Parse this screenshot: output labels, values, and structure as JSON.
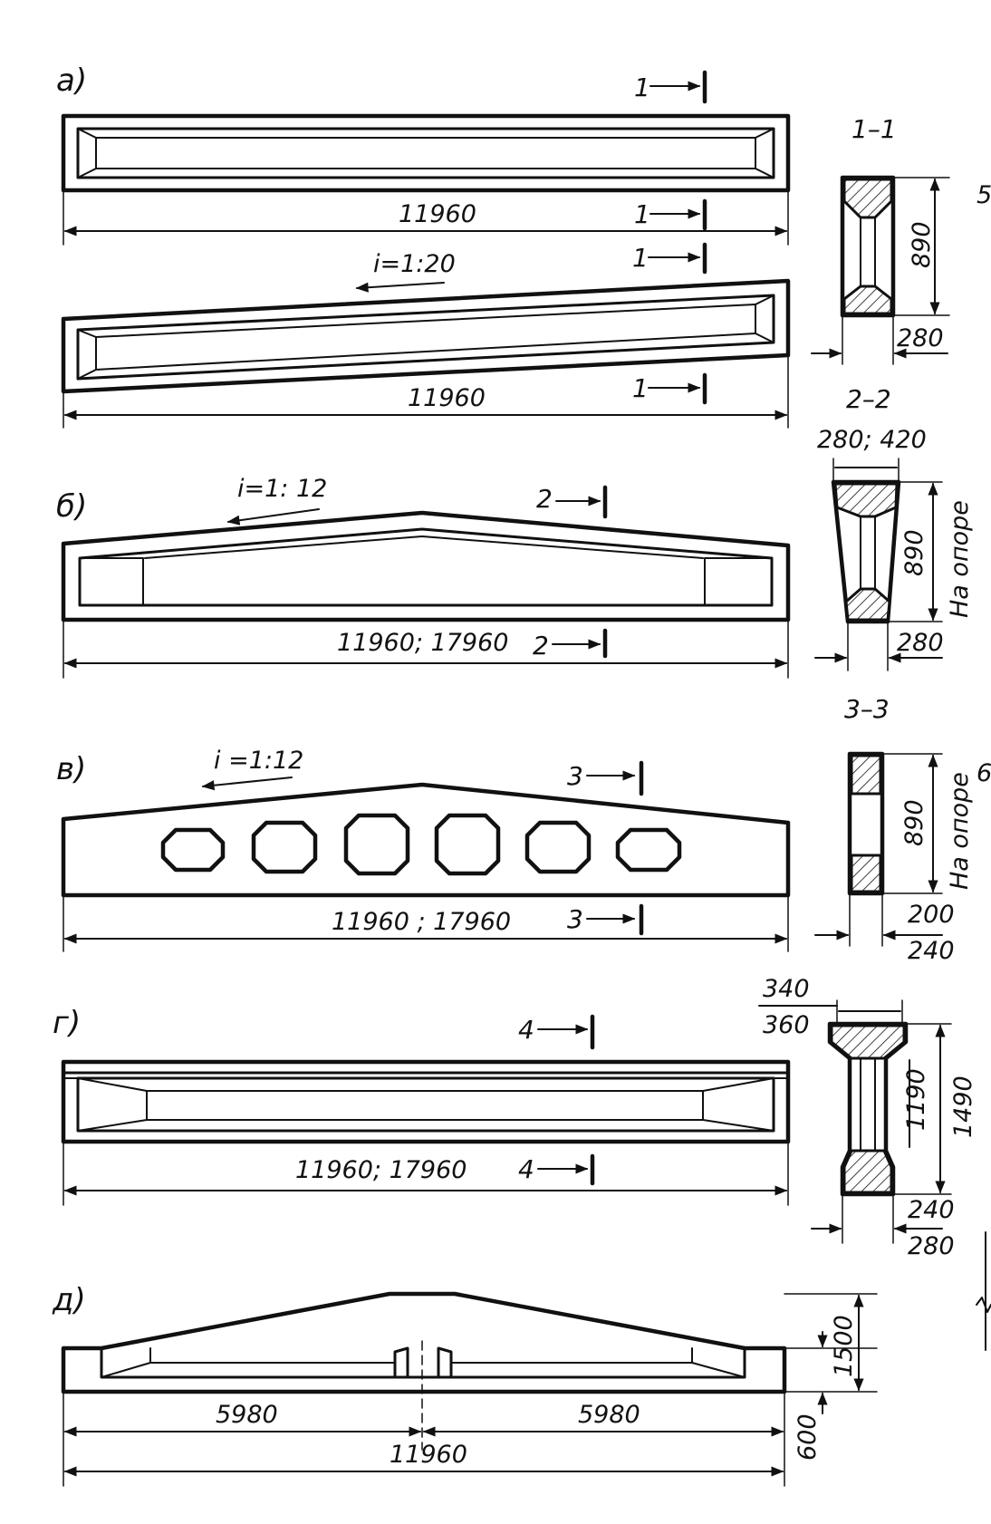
{
  "colors": {
    "ink": "#111111",
    "paper": "#ffffff"
  },
  "beams": {
    "a": {
      "label": "а)",
      "beam1": {
        "span": "11960",
        "cut_top": "1",
        "cut_bottom": "1"
      },
      "beam2": {
        "slope": "i=1:20",
        "span": "11960",
        "cut_top": "1",
        "cut_bottom": "1"
      }
    },
    "b": {
      "label": "б)",
      "slope": "i=1: 12",
      "span": "11960;  17960",
      "cut_top": "2",
      "cut_bottom": "2"
    },
    "v": {
      "label": "в)",
      "slope": "i =1:12",
      "span": "11960 ;  17960",
      "cut_top": "3",
      "cut_bottom": "3"
    },
    "g": {
      "label": "г)",
      "span": "11960; 17960",
      "cut_top": "4",
      "cut_bottom": "4"
    },
    "d": {
      "label": "д)",
      "half_left": "5980",
      "half_right": "5980",
      "span": "11960",
      "height_top": "1500",
      "height_bottom": "600"
    }
  },
  "sections": {
    "s1": {
      "title": "1–1",
      "height": "890",
      "width": "280"
    },
    "s2": {
      "title": "2–2",
      "width_top": "280; 420",
      "height": "890",
      "note": "На опоре",
      "width": "280"
    },
    "s3": {
      "title": "3–3",
      "height": "890",
      "note": "На опоре",
      "width_a": "200",
      "width_b": "240"
    },
    "s4": {
      "width_top_a": "340",
      "width_top_b": "360",
      "height_web": "1190",
      "height_total": "1490",
      "width_a": "240",
      "width_b": "280"
    }
  },
  "edge_marks": {
    "m1": "5",
    "m2": "6"
  }
}
